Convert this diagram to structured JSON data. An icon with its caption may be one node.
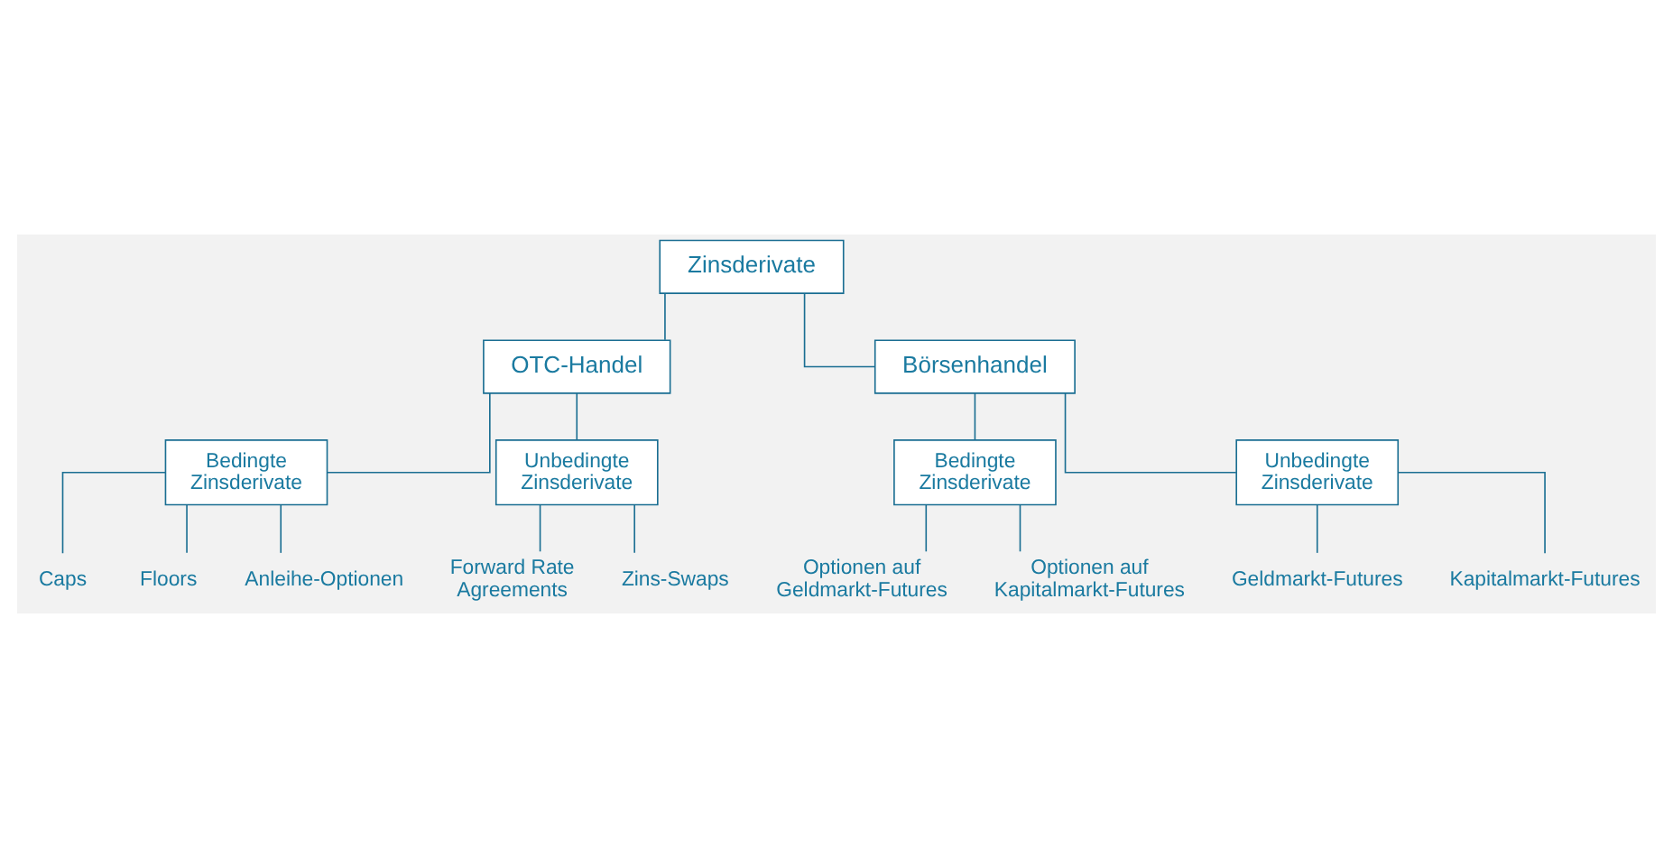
{
  "diagram": {
    "nodes": [
      {
        "text": [
          "Zinsderivate"
        ]
      },
      {
        "text": [
          "OTC-Handel"
        ]
      },
      {
        "text": [
          "Börsenhandel"
        ]
      },
      {
        "text": [
          "Bedingte Zinsderivate"
        ]
      },
      {
        "text": [
          "Unbedingte Zinsderivate"
        ]
      },
      {
        "text": [
          "Bedingte Zinsderivate"
        ]
      },
      {
        "text": [
          "Unbedingte Zinsderivate"
        ]
      },
      {
        "text": [
          "Caps"
        ]
      },
      {
        "text": [
          "Floors"
        ]
      },
      {
        "text": [
          "Anleihe-Optionen"
        ]
      },
      {
        "text": [
          "Forward Rate Agreements"
        ]
      },
      {
        "text": [
          "Zins-Swaps"
        ]
      },
      {
        "text": [
          "Optionen auf Geldmarkt-Futures"
        ]
      },
      {
        "text": [
          "Optionen auf Kapitalmarkt-Futures"
        ]
      },
      {
        "text": [
          "Geldmarkt-Futures"
        ]
      },
      {
        "text": [
          "Kapitalmarkt-Futures"
        ]
      }
    ],
    "edges": [
      {
        "from": 0,
        "to": 1,
        "arrow": "none"
      },
      {
        "from": 0,
        "to": 2,
        "arrow": "none"
      },
      {
        "from": 1,
        "to": 3,
        "arrow": "none"
      },
      {
        "from": 1,
        "to": 4,
        "arrow": "none"
      },
      {
        "from": 2,
        "to": 5,
        "arrow": "none"
      },
      {
        "from": 2,
        "to": 6,
        "arrow": "none"
      },
      {
        "from": 3,
        "to": 7,
        "arrow": "none"
      },
      {
        "from": 3,
        "to": 8,
        "arrow": "none"
      },
      {
        "from": 3,
        "to": 9,
        "arrow": "none"
      },
      {
        "from": 4,
        "to": 10,
        "arrow": "none"
      },
      {
        "from": 4,
        "to": 11,
        "arrow": "none"
      },
      {
        "from": 5,
        "to": 12,
        "arrow": "none"
      },
      {
        "from": 5,
        "to": 13,
        "arrow": "none"
      },
      {
        "from": 6,
        "to": 14,
        "arrow": "none"
      },
      {
        "from": 6,
        "to": 15,
        "arrow": "none"
      }
    ]
  }
}
